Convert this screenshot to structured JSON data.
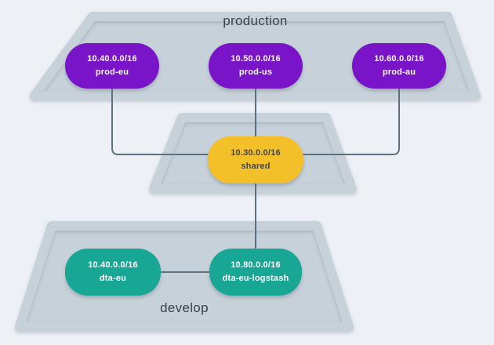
{
  "labels": {
    "production": "production",
    "develop": "develop"
  },
  "nodes": {
    "prod_eu": {
      "cidr": "10.40.0.0/16",
      "name": "prod-eu"
    },
    "prod_us": {
      "cidr": "10.50.0.0/16",
      "name": "prod-us"
    },
    "prod_au": {
      "cidr": "10.60.0.0/16",
      "name": "prod-au"
    },
    "shared": {
      "cidr": "10.30.0.0/16",
      "name": "shared"
    },
    "dta_eu": {
      "cidr": "10.40.0.0/16",
      "name": "dta-eu"
    },
    "dta_eu_logstash": {
      "cidr": "10.80.0.0/16",
      "name": "dta-eu-logstash"
    }
  },
  "zones": [
    {
      "id": "production",
      "nodes": [
        "prod-eu",
        "prod-us",
        "prod-au"
      ]
    },
    {
      "id": "shared",
      "nodes": [
        "shared"
      ]
    },
    {
      "id": "develop",
      "nodes": [
        "dta-eu",
        "dta-eu-logstash"
      ]
    }
  ],
  "edges": [
    {
      "from": "prod-eu",
      "to": "shared"
    },
    {
      "from": "prod-us",
      "to": "shared"
    },
    {
      "from": "prod-au",
      "to": "shared"
    },
    {
      "from": "shared",
      "to": "dta-eu-logstash"
    },
    {
      "from": "dta-eu",
      "to": "dta-eu-logstash"
    }
  ],
  "colors": {
    "background": "#edf1f5",
    "zone_fill": "#c7d1d9",
    "production_node": "#7914c8",
    "shared_node": "#f4c02a",
    "develop_node": "#18a795",
    "edge": "#5d7080",
    "node_text_light": "#ffffff",
    "node_text_dark": "#3c4852",
    "zone_label_text": "#39444e"
  }
}
